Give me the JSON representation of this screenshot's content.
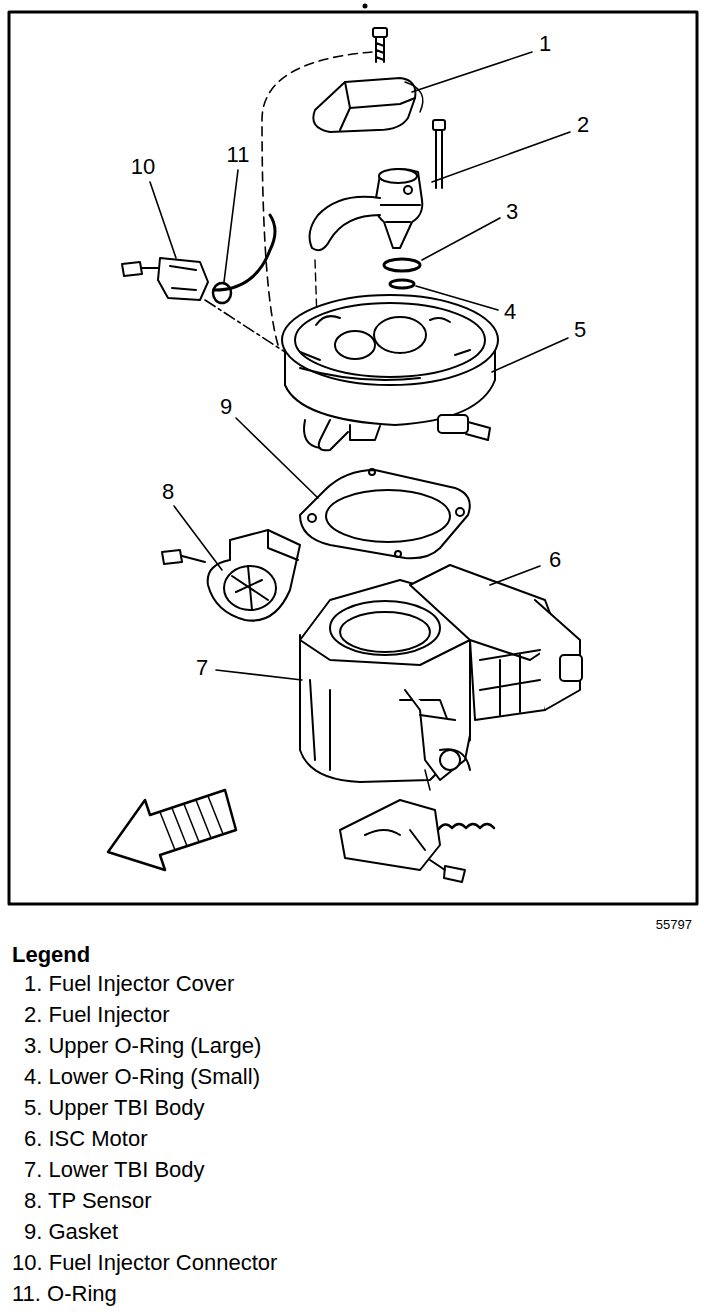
{
  "diagram": {
    "labels": [
      "1",
      "2",
      "3",
      "4",
      "5",
      "6",
      "7",
      "8",
      "9",
      "10",
      "11",
      "55797",
      "Legend"
    ],
    "legend": [
      {
        "text": "1. Fuel Injector Cover"
      },
      {
        "text": "2. Fuel Injector"
      },
      {
        "text": "3. Upper O-Ring (Large)"
      },
      {
        "text": "4. Lower O-Ring (Small)"
      },
      {
        "text": "5. Upper TBI Body"
      },
      {
        "text": "6. ISC Motor"
      },
      {
        "text": "7. Lower TBI Body"
      },
      {
        "text": "8. TP Sensor"
      },
      {
        "text": "9. Gasket"
      },
      {
        "text": "10. Fuel Injector Connector"
      },
      {
        "text": "11. O-Ring"
      }
    ]
  }
}
